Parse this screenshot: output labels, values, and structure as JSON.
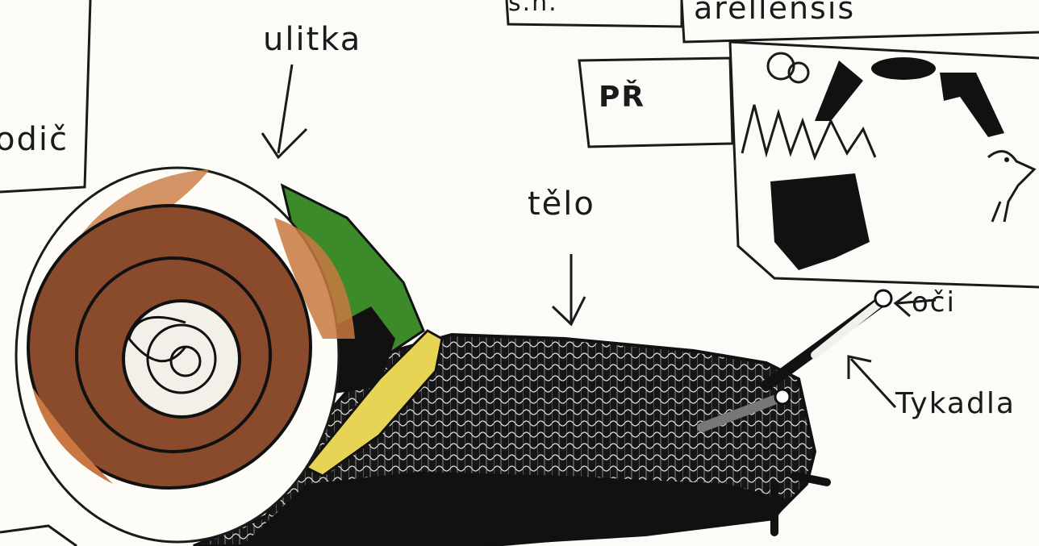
{
  "labels": {
    "shell": "ulitka",
    "body": "tělo",
    "eyes": "oči",
    "tentacles": "Tykadla",
    "latin_fragment": "arellensis",
    "abbrev_fragment": "s.n.",
    "stamp_text": "PŘ",
    "left_fragment": "odič"
  },
  "colors": {
    "shell_brown": "#8a4a2c",
    "shell_orange": "#c87840",
    "body_black": "#161616",
    "foot_yellow": "#e7d454",
    "mantle_green": "#3c8a2a",
    "paper": "#fbfbf8"
  }
}
